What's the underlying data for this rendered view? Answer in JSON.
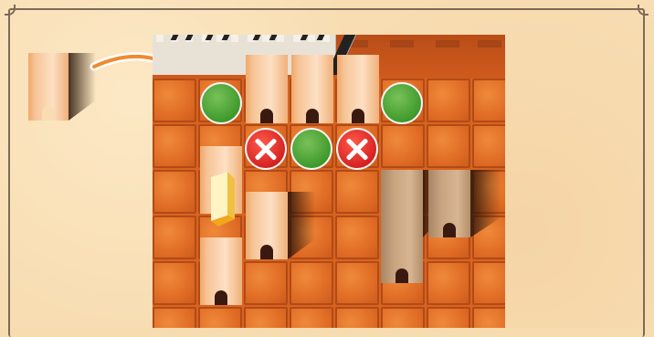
{
  "scene": {
    "type": "castle-wall placement puzzle",
    "board_columns": 8,
    "board_rows": 7
  },
  "colors": {
    "background": "#f8ddb2",
    "frame": "#7e6a58",
    "tile": "#e06c25",
    "valid_marker": "#3f9a2c",
    "invalid_marker": "#d62222"
  },
  "selected_piece": {
    "icon": "tower-piece-icon",
    "kind": "wall-tower"
  },
  "arrow": {
    "icon": "curved-arrow-icon"
  },
  "markers": [
    {
      "status": "valid",
      "icon": "green-dot-icon"
    },
    {
      "status": "valid",
      "icon": "green-dot-icon"
    },
    {
      "status": "invalid",
      "icon": "red-x-icon"
    },
    {
      "status": "valid",
      "icon": "green-dot-icon"
    },
    {
      "status": "invalid",
      "icon": "red-x-icon"
    }
  ],
  "placed_pieces": [
    {
      "kind": "wall-tower",
      "tone": "light"
    },
    {
      "kind": "wall-tower",
      "tone": "light"
    },
    {
      "kind": "wall-tower",
      "tone": "light"
    },
    {
      "kind": "wall-tower",
      "tone": "light"
    },
    {
      "kind": "wall-tower",
      "tone": "light"
    },
    {
      "kind": "wall-tower",
      "tone": "dark"
    },
    {
      "kind": "wall-tower",
      "tone": "dark"
    },
    {
      "kind": "wall-tower",
      "tone": "dark"
    }
  ],
  "crystal": {
    "icon": "yellow-crystal-icon"
  }
}
